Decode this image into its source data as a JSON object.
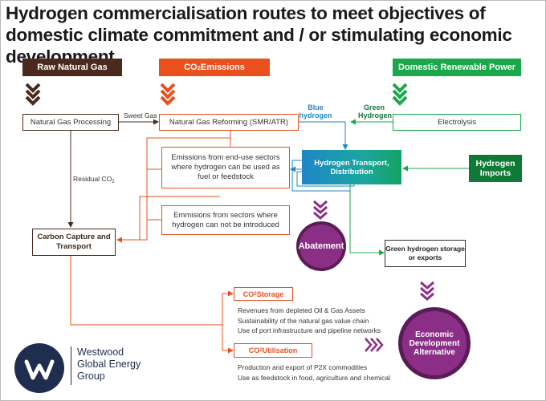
{
  "title": "Hydrogen commercialisation routes to meet objectives of domestic climate commitment and / or stimulating economic development",
  "headers": {
    "raw_gas": "Raw Natural Gas",
    "co2_emissions_prefix": "CO",
    "co2_emissions_sub": "2",
    "co2_emissions_suffix": "Emissions",
    "renewable": "Domestic Renewable Power"
  },
  "boxes": {
    "processing": "Natural Gas Processing",
    "reforming": "Natural Gas Reforming (SMR/ATR)",
    "electrolysis": "Electrolysis",
    "end_use": "Emissions from end-use sectors where hydrogen can be used as fuel or feedstock",
    "no_hydrogen": "Emmisions from sectors where hydrogen can not be introduced",
    "transport": "Hydrogen Transport, Distribution",
    "imports": "Hydrogen Imports",
    "ccs": "Carbon Capture and Transport",
    "storage_exports": "Green hydrogen storage or exports",
    "co2_storage_prefix": "CO",
    "co2_storage_sub": "2",
    "co2_storage_suffix": " Storage",
    "co2_util_prefix": "CO",
    "co2_util_sub": "2",
    "co2_util_suffix": " Utilisation"
  },
  "labels": {
    "sweet_gas": "Sweet Gas",
    "blue_hydrogen": "Blue hydrogen",
    "green_hydrogen": "Green Hydrogen",
    "residual_co2_prefix": "Residual CO",
    "residual_co2_sub": "2"
  },
  "storage_notes": [
    "Revenues from depleted Oil & Gas Assets",
    "Sustainability of the natural gas value chain",
    "Use of port infrastructure and pipeline networks"
  ],
  "util_notes": [
    "Production and export of P2X commodities",
    "Use as feedstock in food, agriculture and chemical"
  ],
  "circles": {
    "abatement": "Abatement",
    "economic": "Economic Development Alternative"
  },
  "logo": {
    "line1": "Westwood",
    "line2": "Global Energy",
    "line3": "Group"
  },
  "colors": {
    "brown": "#4a2a1c",
    "orange": "#e8501e",
    "green": "#1aa84a",
    "dark_green": "#0f7a35",
    "blue": "#1f86c7",
    "teal": "#1aa6a0",
    "purple": "#8b2f86",
    "navy": "#1f2d4e"
  }
}
